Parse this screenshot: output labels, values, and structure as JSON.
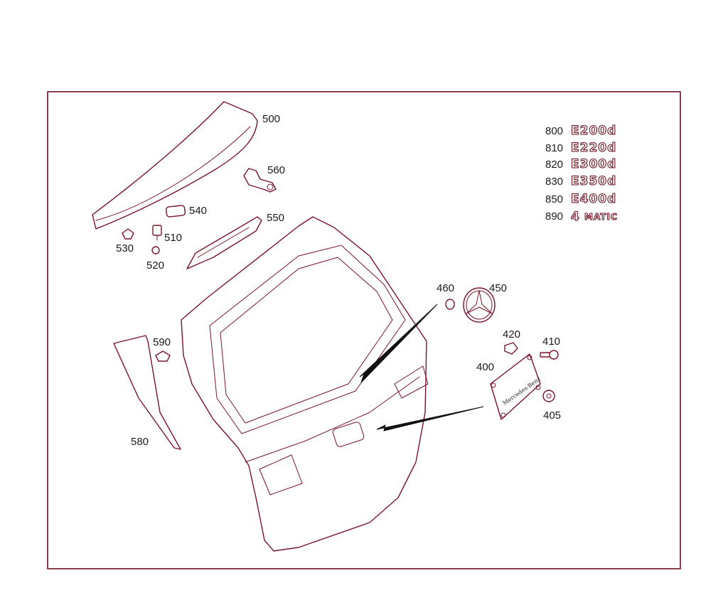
{
  "parts": [
    {
      "id": "500",
      "label": "500"
    },
    {
      "id": "560",
      "label": "560"
    },
    {
      "id": "540",
      "label": "540"
    },
    {
      "id": "550",
      "label": "550"
    },
    {
      "id": "510",
      "label": "510"
    },
    {
      "id": "530",
      "label": "530"
    },
    {
      "id": "520",
      "label": "520"
    },
    {
      "id": "460",
      "label": "460"
    },
    {
      "id": "450",
      "label": "450"
    },
    {
      "id": "420",
      "label": "420"
    },
    {
      "id": "410",
      "label": "410"
    },
    {
      "id": "400",
      "label": "400"
    },
    {
      "id": "405",
      "label": "405"
    },
    {
      "id": "590",
      "label": "590"
    },
    {
      "id": "580",
      "label": "580"
    }
  ],
  "badges": [
    {
      "number": "800",
      "text": "E200d"
    },
    {
      "number": "810",
      "text": "E220d"
    },
    {
      "number": "820",
      "text": "E300d"
    },
    {
      "number": "830",
      "text": "E350d"
    },
    {
      "number": "850",
      "text": "E400d"
    },
    {
      "number": "890",
      "text": "4",
      "suffix": "MATIC"
    }
  ],
  "plate_text": "Mercedes-Benz",
  "colors": {
    "line": "#7a1428",
    "frame": "#6b1020",
    "label": "#1a1a1a"
  }
}
